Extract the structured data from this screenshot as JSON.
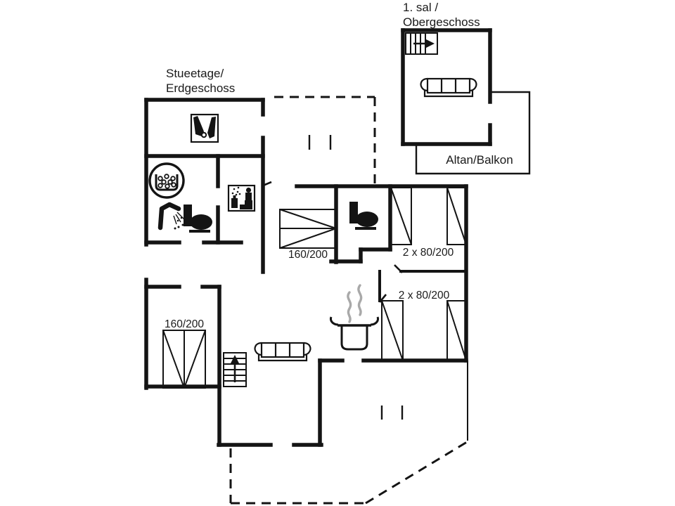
{
  "floors": {
    "upper": {
      "name_line1": "1. sal /",
      "name_line2": "Obergeschoss",
      "balcony_label": "Altan/Balkon"
    },
    "ground": {
      "name_line1": "Stueetage/",
      "name_line2": "Erdgeschoss"
    }
  },
  "bed_sizes": {
    "middle_double_bed": "160/200",
    "left_double_bed": "160/200",
    "bedroom1_twin_beds": "2 x 80/200",
    "bedroom2_twin_beds": "2 x 80/200"
  },
  "icons": [
    "stairs-up",
    "sofa",
    "washing-machine",
    "shower",
    "toilet",
    "sauna",
    "boot-cleaning",
    "cooking-pot",
    "double-bed",
    "single-bed"
  ],
  "colors": {
    "wall": "#141414",
    "background": "#ffffff",
    "steam": "#a9a9a9"
  }
}
